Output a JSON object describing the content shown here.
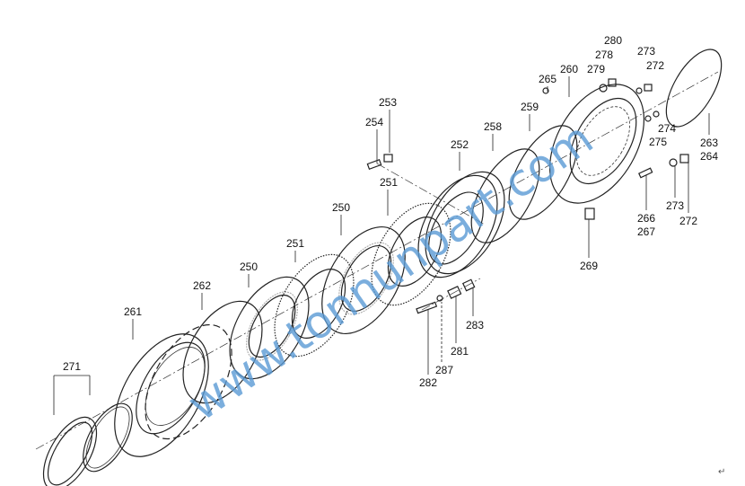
{
  "diagram": {
    "type": "exploded parts diagram",
    "labels": [
      "280",
      "278",
      "279",
      "273",
      "272",
      "260",
      "265",
      "259",
      "258",
      "252",
      "253",
      "254",
      "251",
      "250",
      "251",
      "250",
      "262",
      "261",
      "271",
      "274",
      "275",
      "263",
      "264",
      "273",
      "272",
      "266",
      "267",
      "269",
      "283",
      "281",
      "287",
      "282"
    ],
    "watermark": "www.tonnunpart.com",
    "return_mark": "↵"
  }
}
